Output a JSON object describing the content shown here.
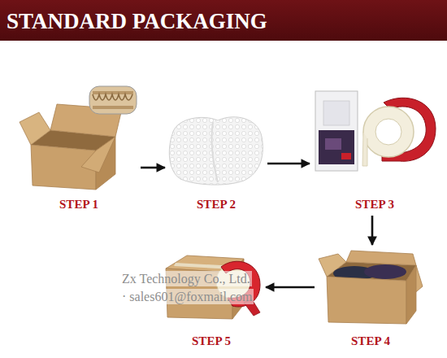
{
  "diagram": {
    "title": "STANDARD PACKAGING",
    "nodes": [
      {
        "text": [
          "STEP 1"
        ]
      },
      {
        "text": [
          "STEP 2"
        ]
      },
      {
        "text": [
          "STEP 3"
        ]
      },
      {
        "text": [
          "STEP 4"
        ]
      },
      {
        "text": [
          "STEP 5"
        ]
      }
    ],
    "edges": [
      {
        "from": 0,
        "to": 1,
        "arrow": "to"
      },
      {
        "from": 1,
        "to": 2,
        "arrow": "to"
      },
      {
        "from": 2,
        "to": 3,
        "arrow": "to"
      },
      {
        "from": 3,
        "to": 4,
        "arrow": "to"
      }
    ],
    "labels": [
      "Zx Technology Co., Ltd.",
      "· sales601@foxmail.com"
    ]
  }
}
